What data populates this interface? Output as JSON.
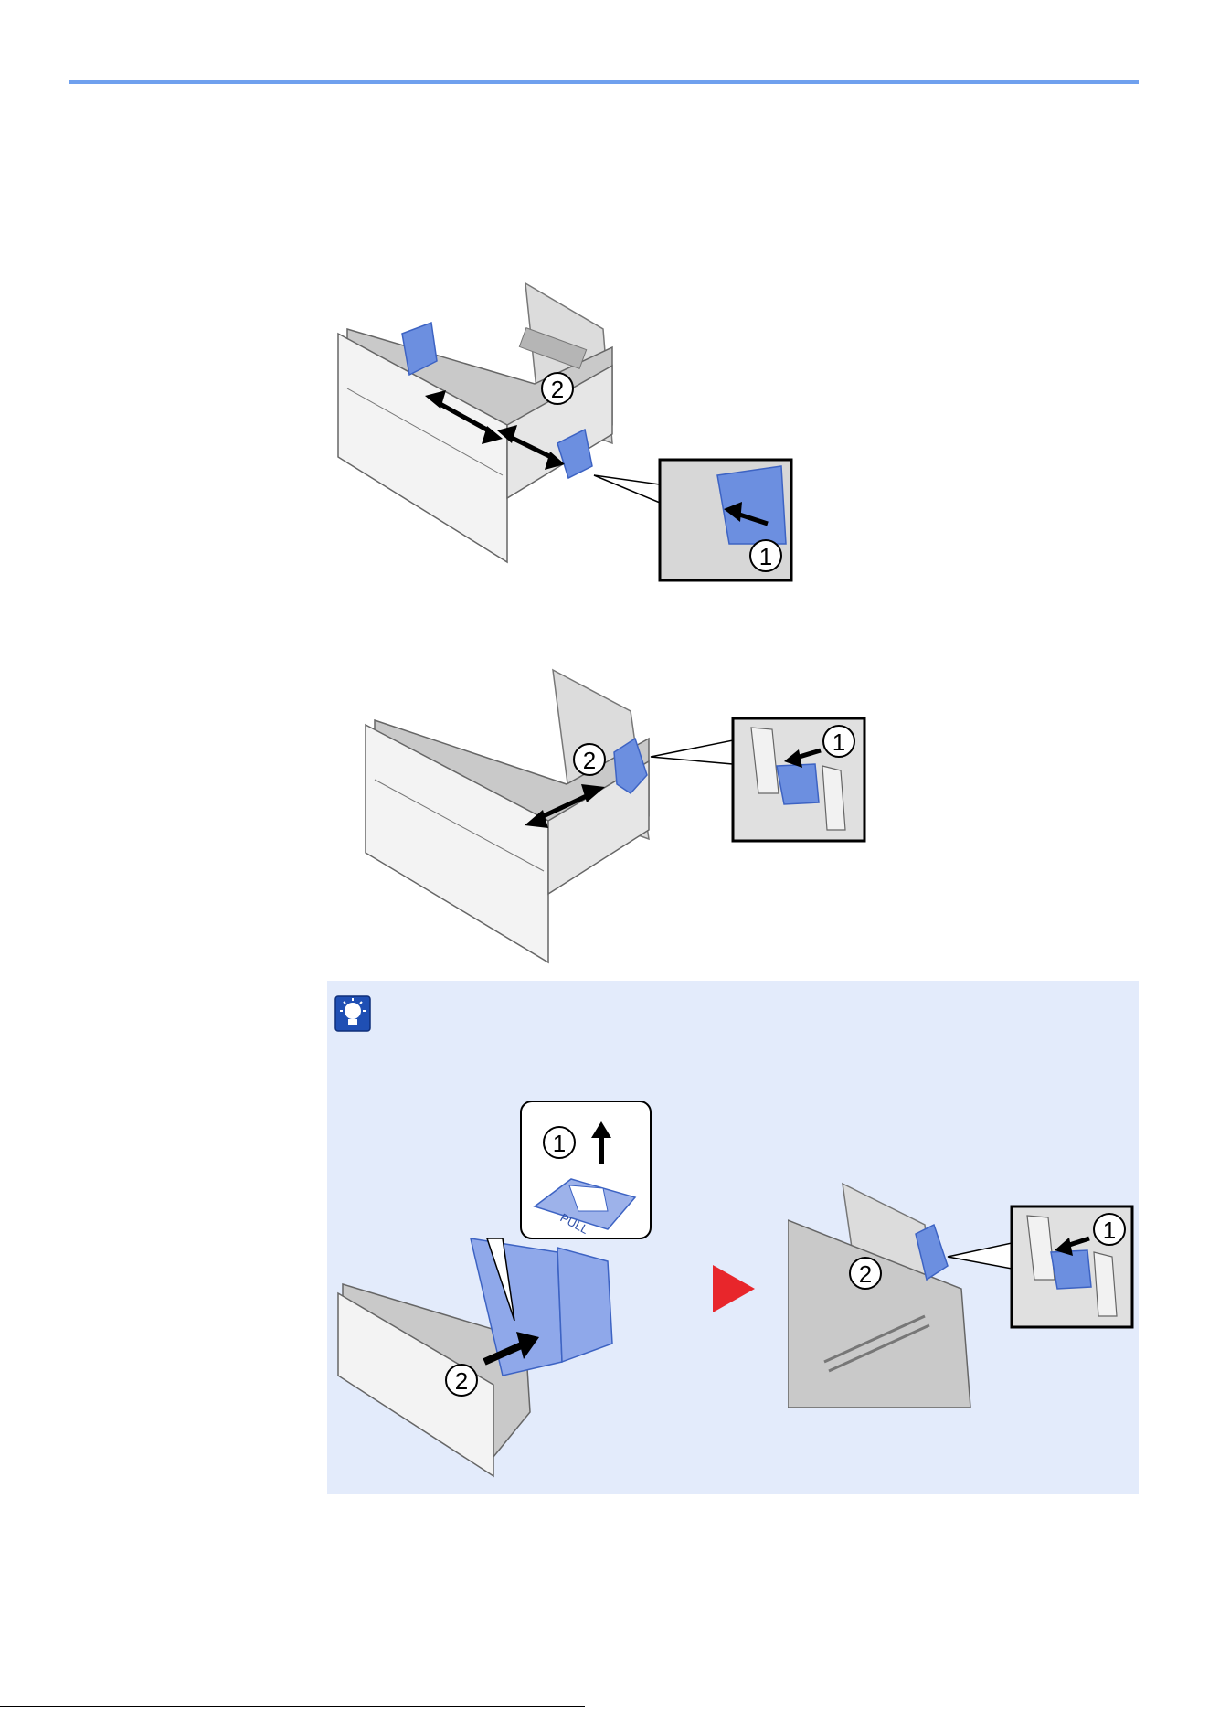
{
  "colors": {
    "rule_blue": "#6fa0ee",
    "note_background": "#e3ebfb",
    "guide_blue": "#6c8fe0",
    "guide_blue_dark": "#3d63c3",
    "tray_gray": "#c9c9c9",
    "tray_gray_dark": "#8f8f8f",
    "tray_front": "#f3f3f3",
    "arrow_red": "#e8262b",
    "callout_black": "#000000"
  },
  "figures": {
    "width_guides": {
      "callout_main": "2",
      "callout_zoom": "1"
    },
    "length_guide": {
      "callout_main": "2",
      "callout_zoom": "1"
    },
    "note": {
      "icon": "lightbulb-note-icon",
      "extend_tray": {
        "callout_pull": "1",
        "pull_label": "PULL",
        "callout_slide": "2"
      },
      "arrow_icon": "play-triangle-icon",
      "adjust_guide": {
        "callout_main": "2",
        "callout_zoom": "1"
      }
    }
  }
}
